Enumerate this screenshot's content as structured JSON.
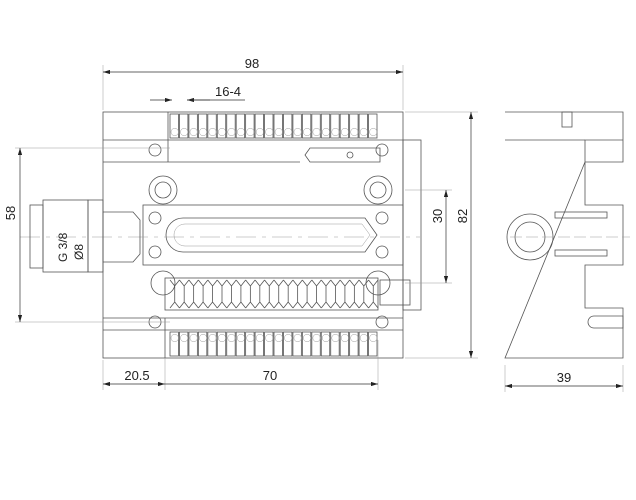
{
  "drawing": {
    "dimensions": {
      "overall_width": "98",
      "pitch": "16-4",
      "inlet_height": "58",
      "offset": "20.5",
      "slot_length": "70",
      "center_height": "30",
      "overall_height": "82",
      "depth": "39"
    },
    "fitting": {
      "thread": "G 3/8",
      "diameter": "Ø8"
    },
    "rib_count": 22,
    "colors": {
      "line": "#555555",
      "text": "#222222"
    }
  }
}
